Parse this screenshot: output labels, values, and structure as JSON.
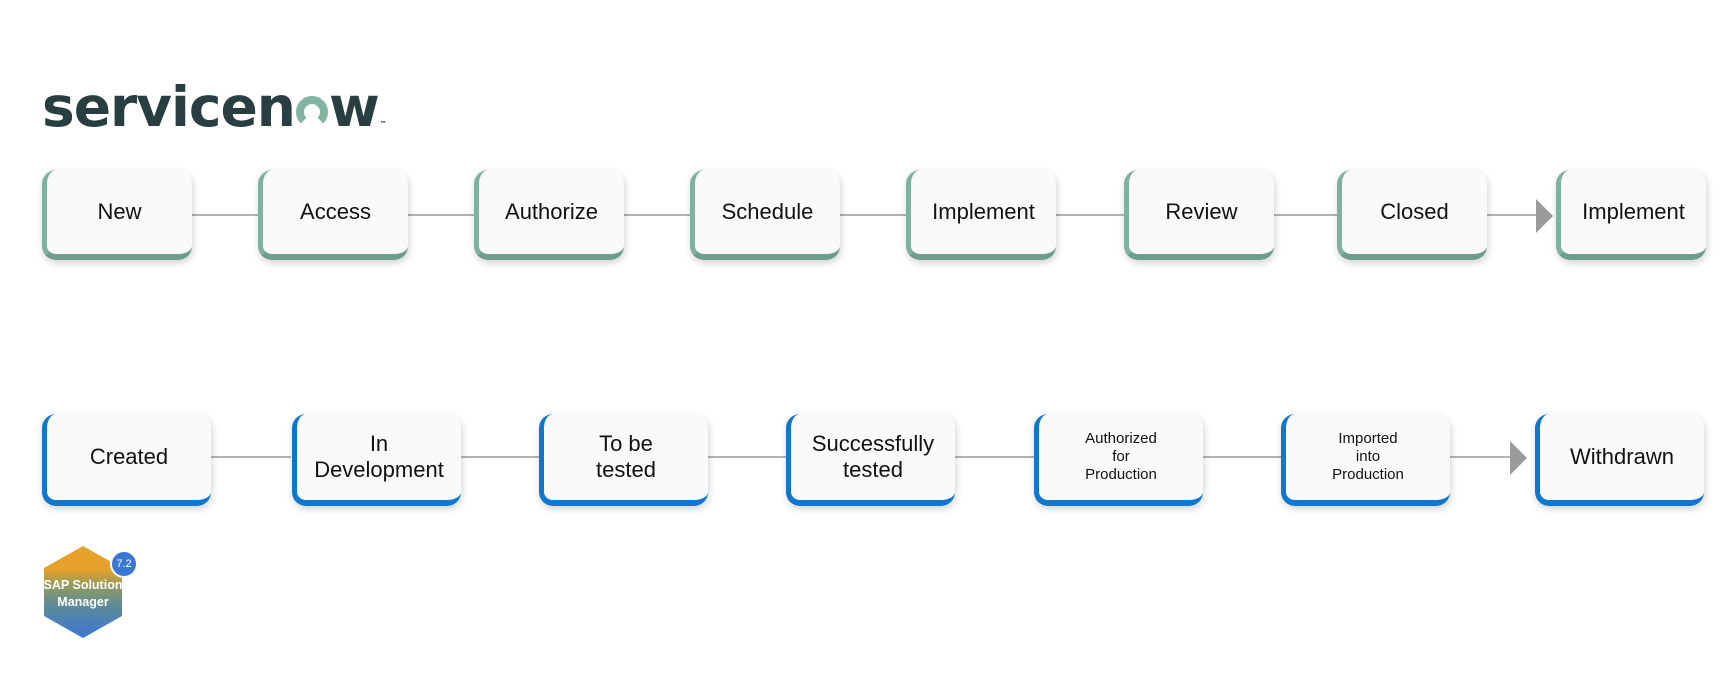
{
  "logo": {
    "text_left": "servicen",
    "text_right": "w",
    "trademark": "™"
  },
  "servicenow_flow": {
    "stages": [
      "New",
      "Access",
      "Authorize",
      "Schedule",
      "Implement",
      "Review",
      "Closed",
      "Implement"
    ]
  },
  "sap_flow": {
    "stages": [
      "Created",
      "In Development",
      "To be tested",
      "Successfully tested",
      "Authorized for Production",
      "Imported into Production",
      "Withdrawn"
    ]
  },
  "sap_badge": {
    "line1": "SAP Solution",
    "line2": "Manager",
    "version": "7.2"
  },
  "colors": {
    "servicenow_accent": "#7fb29e",
    "sap_accent": "#0f77d0",
    "connector": "#b3b3b3"
  }
}
